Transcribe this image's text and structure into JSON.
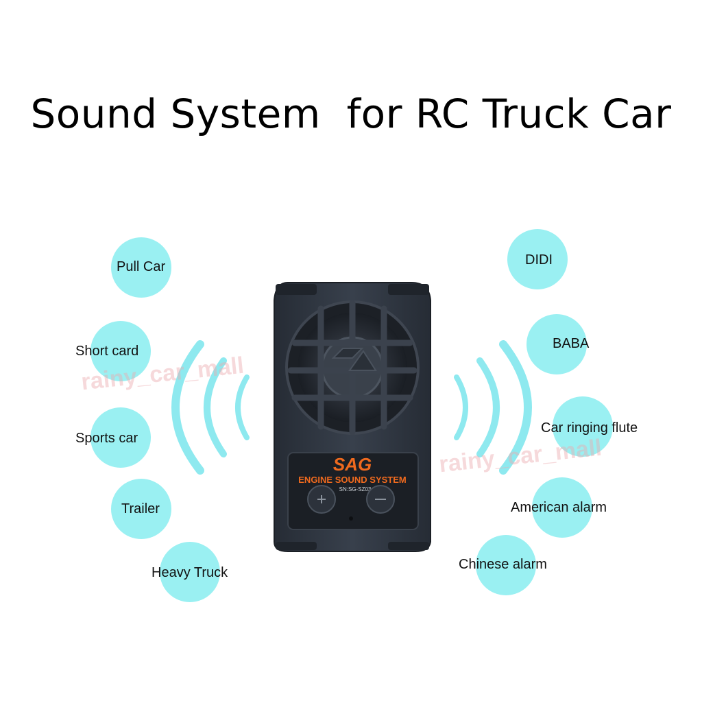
{
  "title": "Sound System  for RC Truck Car",
  "left_sounds": [
    "Pull Car",
    "Short card",
    "Sports car",
    "Trailer",
    "Heavy Truck"
  ],
  "right_sounds": [
    "DIDI",
    "BABA",
    "Car ringing flute",
    "American alarm",
    "Chinese alarm"
  ],
  "device": {
    "logo": "SAG",
    "name": "ENGINE SOUND SYSTEM",
    "serial": "SN:SG-SZ03"
  },
  "watermark": "rainy_car_mall",
  "colors": {
    "bubble": "#9af0f2",
    "wave": "#8ee9ef",
    "device_body": "#2e3540",
    "logo_orange": "#f06a1e"
  },
  "icons": [
    "plus-button-icon",
    "minus-button-icon",
    "speaker-grille-icon"
  ]
}
